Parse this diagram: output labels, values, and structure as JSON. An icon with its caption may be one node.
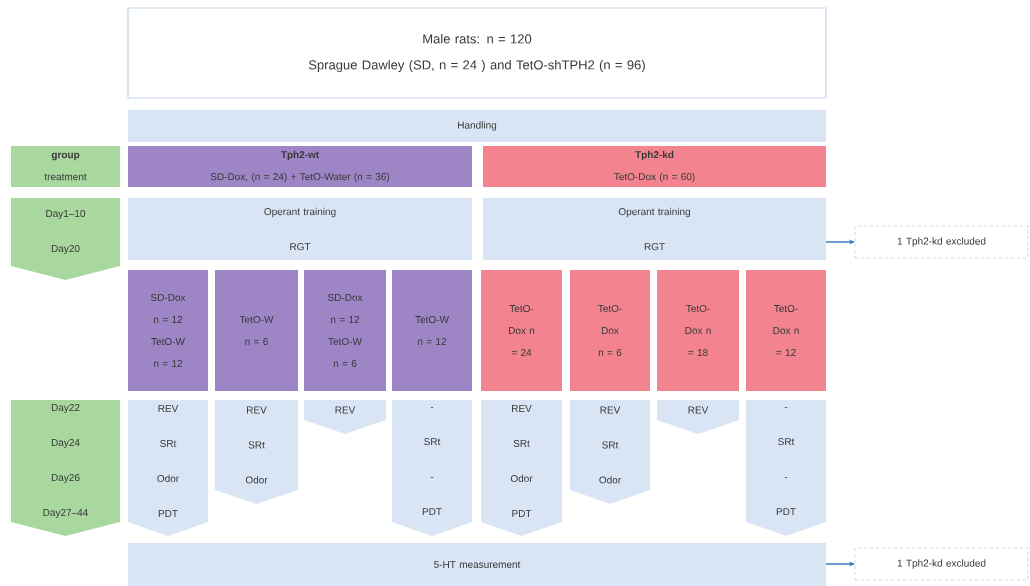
{
  "diagram": {
    "nodes": [
      {
        "text": [
          "Male rats: n = 120",
          "Sprague Dawley (SD, n = 24 ) and TetO-shTPH2 (n = 96)"
        ]
      },
      {
        "text": [
          "Handling"
        ]
      },
      {
        "text": [
          "group",
          "treatment"
        ]
      },
      {
        "text": [
          "Tph2-wt",
          "SD-Dox, (n = 24) + TetO-Water (n = 36)"
        ]
      },
      {
        "text": [
          "Tph2-kd",
          "TetO-Dox (n = 60)"
        ]
      },
      {
        "text": [
          "Day1–10",
          "Day20"
        ]
      },
      {
        "text": [
          "Operant training",
          "RGT"
        ]
      },
      {
        "text": [
          "Operant training",
          "RGT"
        ]
      },
      {
        "text": [
          "1 Tph2-kd excluded"
        ]
      },
      {
        "text": [
          "SD-Dox n = 12",
          "TetO-W n = 12"
        ]
      },
      {
        "text": [
          "TetO-W n = 6"
        ]
      },
      {
        "text": [
          "SD-Dox n = 12",
          "TetO-W n = 6"
        ]
      },
      {
        "text": [
          "TetO-W n = 12"
        ]
      },
      {
        "text": [
          "TetO-Dox n = 24"
        ]
      },
      {
        "text": [
          "TetO-Dox n = 6"
        ]
      },
      {
        "text": [
          "TetO-Dox n = 18"
        ]
      },
      {
        "text": [
          "TetO-Dox n = 12"
        ]
      },
      {
        "text": [
          "Day22",
          "Day24",
          "Day26",
          "Day27–44"
        ]
      },
      {
        "text": [
          "REV",
          "SRt",
          "Odor",
          "PDT"
        ]
      },
      {
        "text": [
          "REV",
          "SRt",
          "Odor"
        ]
      },
      {
        "text": [
          "REV"
        ]
      },
      {
        "text": [
          "-",
          "SRt",
          "-",
          "PDT"
        ]
      },
      {
        "text": [
          "REV",
          "SRt",
          "Odor",
          "PDT"
        ]
      },
      {
        "text": [
          "REV",
          "SRt",
          "Odor"
        ]
      },
      {
        "text": [
          "REV"
        ]
      },
      {
        "text": [
          "-",
          "SRt",
          "-",
          "PDT"
        ]
      },
      {
        "text": [
          "5-HT measurement"
        ]
      },
      {
        "text": [
          "1 Tph2-kd excluded"
        ]
      }
    ],
    "edges": [
      {
        "from": 7,
        "to": 8,
        "arrow": "to"
      },
      {
        "from": 26,
        "to": 27,
        "arrow": "to"
      }
    ]
  }
}
